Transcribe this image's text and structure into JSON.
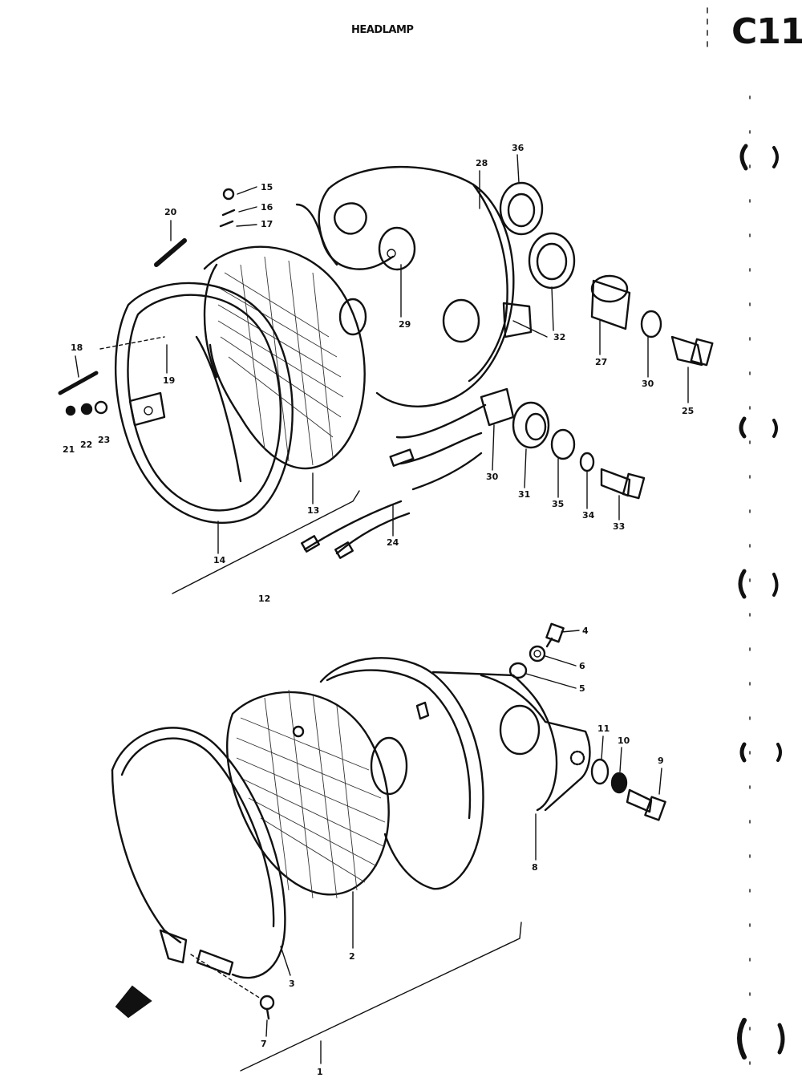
{
  "header": {
    "title": "HEADLAMP",
    "page_code": "C11"
  },
  "diagram": {
    "upper_assembly_callouts": [
      "15",
      "16",
      "17",
      "20",
      "19",
      "18",
      "21",
      "22",
      "23",
      "14",
      "13",
      "12",
      "28",
      "29",
      "36",
      "32",
      "27",
      "30",
      "25",
      "30",
      "31",
      "35",
      "34",
      "33",
      "24"
    ],
    "lower_assembly_callouts": [
      "4",
      "6",
      "5",
      "11",
      "10",
      "9",
      "8",
      "2",
      "3",
      "7",
      "1"
    ]
  }
}
